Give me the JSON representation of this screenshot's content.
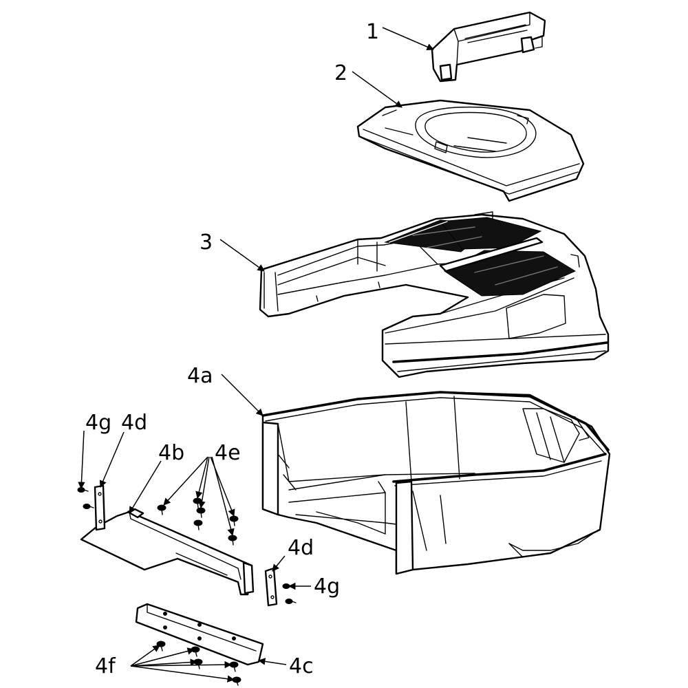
{
  "callouts": {
    "c1": "1",
    "c2": "2",
    "c3": "3",
    "c4a": "4a",
    "c4b": "4b",
    "c4c": "4c",
    "c4d_upper": "4d",
    "c4d_lower": "4d",
    "c4e": "4e",
    "c4f": "4f",
    "c4g_upper": "4g",
    "c4g_lower": "4g"
  }
}
